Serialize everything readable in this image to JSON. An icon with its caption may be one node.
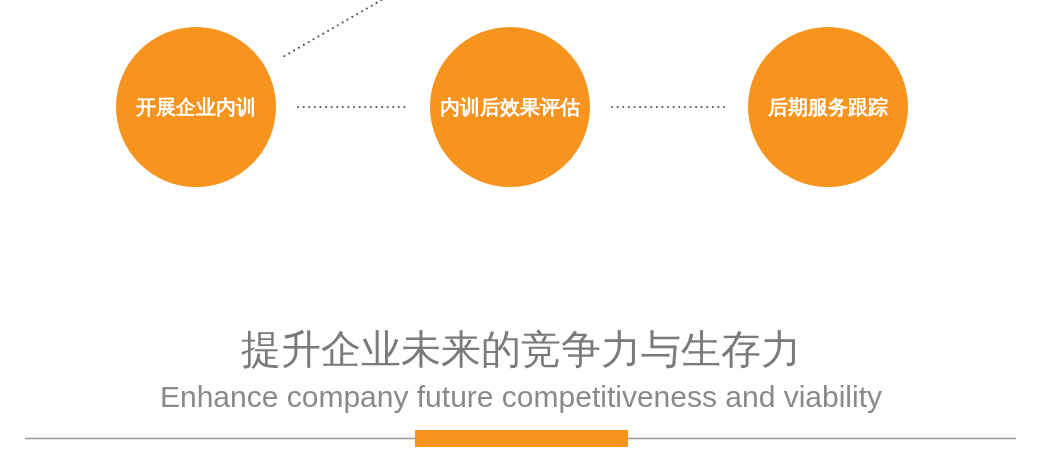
{
  "diagram": {
    "title": "提升企业未来的竞争力与生存力",
    "nodes": [
      {
        "text": [
          "开展企业内训"
        ]
      },
      {
        "text": [
          "内训后效果评估"
        ]
      },
      {
        "text": [
          "后期服务跟踪"
        ]
      }
    ],
    "edges": [
      {
        "from": 0,
        "to": null,
        "arrow": "none",
        "style": "dashed"
      },
      {
        "from": 0,
        "to": 1,
        "arrow": "none",
        "style": "dashed"
      },
      {
        "from": 1,
        "to": 2,
        "arrow": "none",
        "style": "dashed"
      }
    ],
    "labels": [
      "Enhance company future competitiveness and viability"
    ]
  }
}
